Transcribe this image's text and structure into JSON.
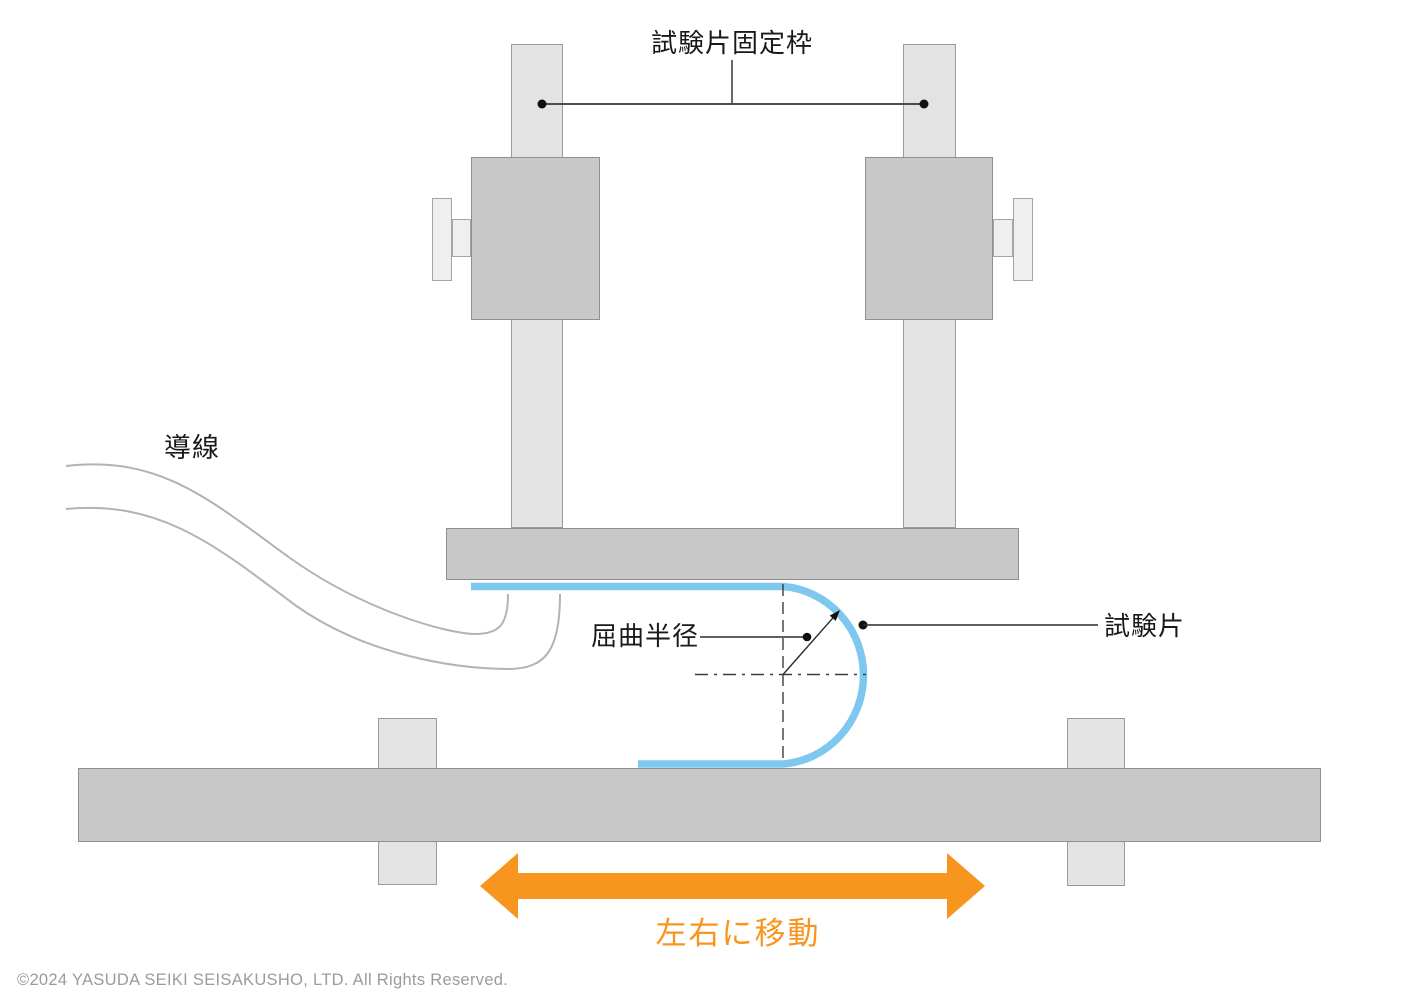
{
  "diagram": {
    "type": "bending-tester-schematic",
    "labels": {
      "fixing_frame": "試験片固定枠",
      "lead_wire": "導線",
      "bend_radius": "屈曲半径",
      "test_piece": "試験片",
      "move_left_right": "左右に移動"
    }
  },
  "footer": {
    "copyright": "©2024 YASUDA SEIKI SEISAKUSHO, LTD. All Rights Reserved."
  },
  "colors": {
    "specimen_blue": "#7EC8F0",
    "arrow_orange": "#F8951F",
    "machine_mid_gray": "#C8C8C8",
    "machine_light_gray": "#E3E3E3",
    "knob_gray": "#EFEFEF",
    "wire_gray": "#B3B3B3",
    "text_gray": "#9B9B9B"
  }
}
